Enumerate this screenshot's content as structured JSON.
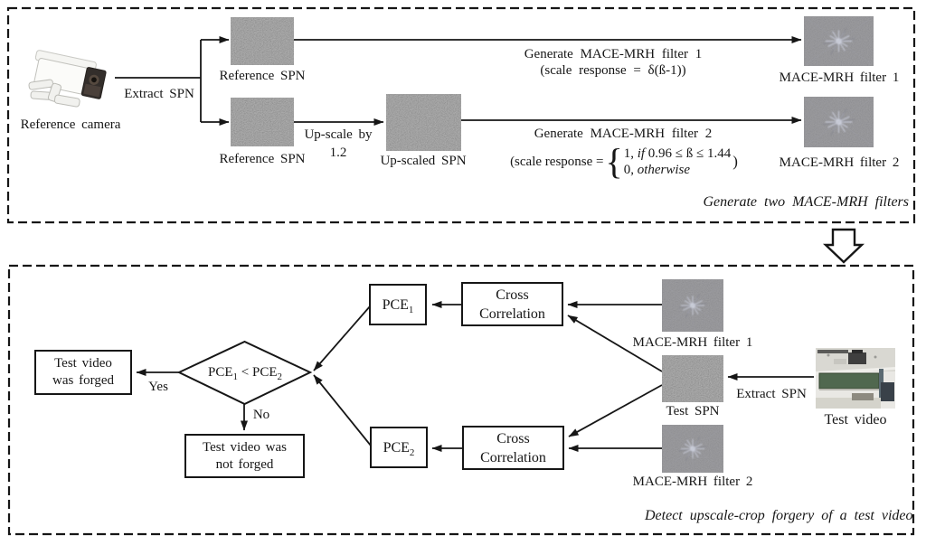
{
  "colors": {
    "line": "#161616",
    "spn_gray": "#8b8b8b",
    "filter_gray": "#8e8e92",
    "chalkboard_green": "#50684f"
  },
  "top": {
    "caption": "Generate two MACE-MRH filters",
    "camera_label": "Reference camera",
    "extract_spn": "Extract SPN",
    "reference_spn": "Reference SPN",
    "upscale_line1": "Up-scale by",
    "upscale_line2": "1.2",
    "upscaled_spn": "Up-scaled SPN",
    "gen1_line1": "Generate MACE-MRH filter 1",
    "gen1_line2": "(scale response = δ(ß-1))",
    "gen2_line1": "Generate MACE-MRH filter 2",
    "gen2_prefix": "(scale response =",
    "gen2_case1_pre": "1,",
    "gen2_case1_if": "if",
    "gen2_case1_rest": "0.96 ≤ ß ≤ 1.44",
    "gen2_case2_pre": "0,",
    "gen2_case2_word": "otherwise",
    "gen2_suffix": ")",
    "filter1_label": "MACE-MRH filter 1",
    "filter2_label": "MACE-MRH filter 2"
  },
  "bottom": {
    "caption": "Detect upscale-crop forgery of a test video",
    "forged_line1": "Test video",
    "forged_line2": "was forged",
    "not_forged_line1": "Test video was",
    "not_forged_line2": "not forged",
    "yes": "Yes",
    "no": "No",
    "pce_base": "PCE",
    "pce1_sub": "1",
    "pce2_sub": "2",
    "decision_op": " < ",
    "cross_line1": "Cross",
    "cross_line2": "Correlation",
    "filter1_label": "MACE-MRH filter 1",
    "filter2_label": "MACE-MRH filter 2",
    "test_spn": "Test SPN",
    "extract_spn": "Extract SPN",
    "test_video": "Test video"
  }
}
